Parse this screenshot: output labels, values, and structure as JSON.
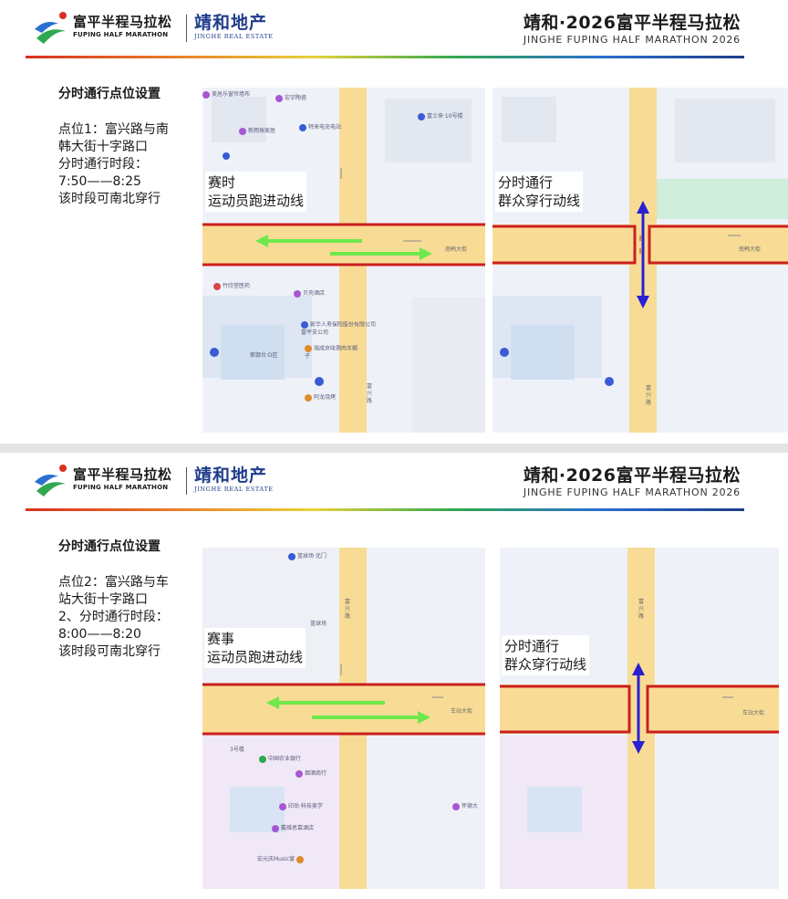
{
  "header": {
    "brand_cn": "富平半程马拉松",
    "brand_en": "FUPING HALF MARATHON",
    "partner_cn": "靖和地产",
    "partner_en": "JINGHE REAL ESTATE",
    "title_cn": "靖和·2026富平半程马拉松",
    "title_en": "JINGHE FUPING HALF MARATHON 2026"
  },
  "slides": [
    {
      "section_title": "分时通行点位设置",
      "desc_lines": [
        "点位1：富兴路与南",
        "韩大街十字路口",
        "分时通行时段：",
        "7:50——8:25",
        "该时段可南北穿行"
      ],
      "left_map": {
        "label_lines": [
          "赛时",
          "运动员跑进动线"
        ],
        "road_h": "南韩大街",
        "road_v": "富兴路",
        "pois": [
          "美居乐窗帘墙布",
          "宏宇陶瓷",
          "新雨珠家居",
          "特来电充电站",
          "富士来·10号楼",
          "竹欣堂医药",
          "贝壳酒店",
          "新华人寿保险股份有限公司富平支公司",
          "紫御台·D区",
          "瑞成京味涮肉羊蝎子",
          "阿龙烧烤"
        ]
      },
      "right_map": {
        "label_lines": [
          "分时通行",
          "群众穿行动线"
        ],
        "road_h": "南韩大街",
        "road_v": "富兴路"
      }
    },
    {
      "section_title": "分时通行点位设置",
      "desc_lines": [
        "点位2：富兴路与车",
        "站大街十字路口",
        "2、分时通行时段：",
        "8:00——8:20",
        "该时段可南北穿行"
      ],
      "left_map": {
        "label_lines": [
          "赛事",
          "运动员跑进动线"
        ],
        "road_h": "车站大街",
        "road_v": "富兴路",
        "pois": [
          "篮球场·北门",
          "篮球场",
          "3号楼",
          "中国农业银行",
          "烟酒商行",
          "印尚·科技美学",
          "戴维思慕酒店",
          "宏元庆Music宴",
          "怀德大"
        ]
      },
      "right_map": {
        "label_lines": [
          "分时通行",
          "群众穿行动线"
        ],
        "road_h": "车站大街",
        "road_v": "富兴路"
      }
    }
  ],
  "colors": {
    "road_fill": "#f8dc96",
    "barrier": "#cc1f1f",
    "runner_arrow": "#6ee84a",
    "crossing_arrow": "#2a1fd1",
    "brand_blue": "#1f3d8a"
  }
}
